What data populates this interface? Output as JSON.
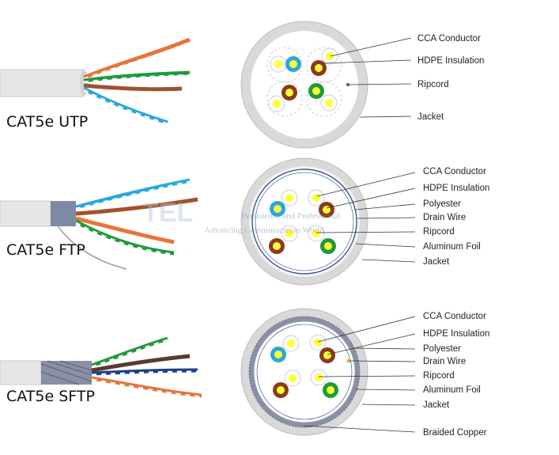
{
  "colors": {
    "jacket": "#d9d9d9",
    "white_insulation": "#ffffff",
    "conductor": "#ffff33",
    "blue": "#29a7e0",
    "brown": "#8b3a1c",
    "green": "#1e9a3a",
    "orange": "#e8743b",
    "foil": "#1f3f86",
    "braid": "#8a8fa6"
  },
  "watermark": {
    "logo": "TEL",
    "line1": "Persistence and Professional",
    "line2": "Advancing Communication World"
  },
  "cables": [
    {
      "title": "CAT5e UTP",
      "labels": [
        "CCA Conductor",
        "HDPE Insulation",
        "Ripcord",
        "Jacket"
      ]
    },
    {
      "title": "CAT5e FTP",
      "labels": [
        "CCA Conductor",
        "HDPE Insulation",
        "Polyester",
        "Drain Wire",
        "Ripcord",
        "Aluminum Foil",
        "Jacket"
      ]
    },
    {
      "title": "CAT5e SFTP",
      "labels": [
        "CCA Conductor",
        "HDPE Insulation",
        "Polyester",
        "Drain Wire",
        "Ripcord",
        "Aluminum Foil",
        "Jacket",
        "Braided Copper"
      ]
    }
  ]
}
